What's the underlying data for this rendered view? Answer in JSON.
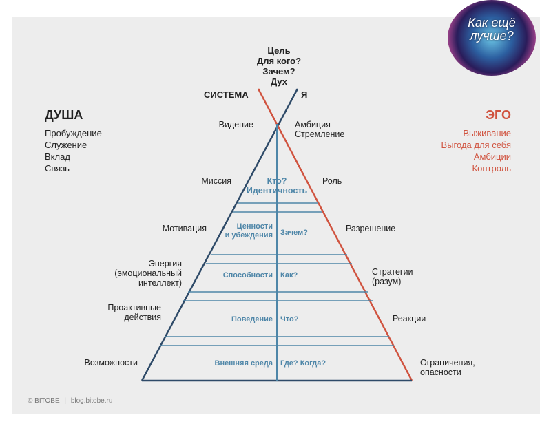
{
  "logo": {
    "line1": "Как ещё",
    "line2": "лучше?"
  },
  "top": {
    "l1": "Цель",
    "l2": "Для кого?",
    "l3": "Зачем?",
    "l4": "Дух"
  },
  "system_label": "СИСТЕМА",
  "ya_label": "Я",
  "soul": {
    "title": "ДУША",
    "items": [
      "Пробуждение",
      "Служение",
      "Вклад",
      "Связь"
    ]
  },
  "ego": {
    "title": "ЭГО",
    "items": [
      "Выживание",
      "Выгода для себя",
      "Амбиции",
      "Контроль"
    ]
  },
  "left_labels": {
    "vision": "Видение",
    "mission": "Миссия",
    "motivation": "Мотивация",
    "energy": [
      "Энергия",
      "(эмоциональный",
      "интеллект)"
    ],
    "proactive": [
      "Проактивные",
      "действия"
    ],
    "opportunities": "Возможности"
  },
  "right_labels": {
    "ambition": [
      "Амбиция",
      "Стремление"
    ],
    "role": "Роль",
    "permission": "Разрешение",
    "strategy": [
      "Стратегии",
      "(разум)"
    ],
    "reactions": "Реакции",
    "limits": [
      "Ограничения,",
      "опасности"
    ]
  },
  "levels": {
    "identity": [
      "Кто?",
      "Идентичность"
    ],
    "values": [
      "Ценности",
      "и убеждения"
    ],
    "why": "Зачем?",
    "abilities": "Способности",
    "how": "Как?",
    "behavior": "Поведение",
    "what": "Что?",
    "environment": "Внешняя среда",
    "where": "Где? Когда?"
  },
  "colors": {
    "blue": "#2e4a68",
    "red": "#d0533f",
    "light_blue": "#4e86a8"
  },
  "footer": {
    "copy": "© BITOBE",
    "sep": "|",
    "site": "blog.bitobe.ru"
  }
}
